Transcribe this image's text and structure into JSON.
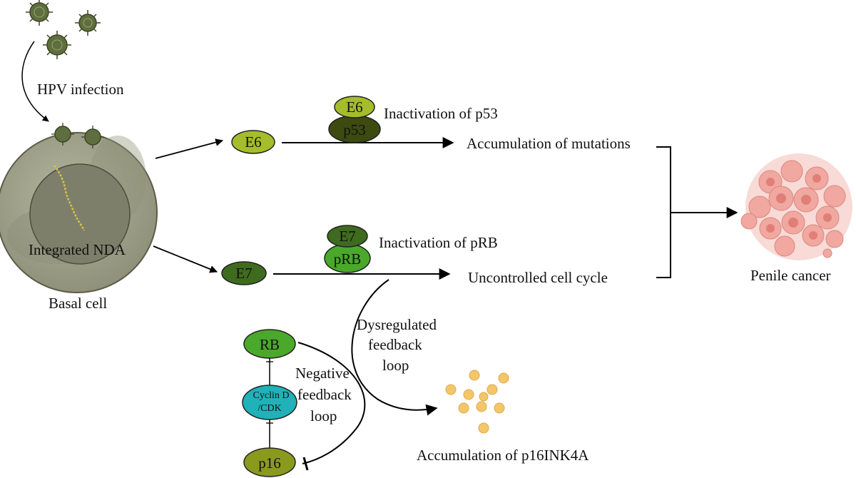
{
  "labels": {
    "hpv_infection": "HPV infection",
    "integrated_dna": "Integrated NDA",
    "basal_cell": "Basal cell",
    "inactivation_p53": "Inactivation of p53",
    "inactivation_prb": "Inactivation of pRB",
    "accumulation_mutations": "Accumulation of mutations",
    "uncontrolled_cycle": "Uncontrolled cell cycle",
    "penile_cancer": "Penile cancer",
    "dysregulated_1": "Dysregulated",
    "dysregulated_2": "feedback",
    "dysregulated_3": "loop",
    "negative_1": "Negative",
    "negative_2": "feedback",
    "negative_3": "loop",
    "accumulation_p16": "Accumulation of p16INK4A"
  },
  "nodes": {
    "e6": "E6",
    "e7": "E7",
    "complex_e6": "E6",
    "complex_p53": "p53",
    "complex_e7": "E7",
    "complex_prb": "pRB",
    "rb": "RB",
    "cyclin_1": "Cyclin D",
    "cyclin_2": "/CDK",
    "p16": "p16"
  },
  "colors": {
    "e6": "#a5bd2a",
    "p53": "#3d4a10",
    "e7": "#3f6b1f",
    "prb": "#4aa82a",
    "rb": "#4aa82a",
    "cyclin": "#20b2b8",
    "p16": "#8a9a1e",
    "cell": "#9ea08a",
    "nucleus": "#7d7f6a",
    "virus": "#5f6e3e",
    "cancer": "#f0a8a0",
    "p16_particles": "#f4c66a"
  }
}
